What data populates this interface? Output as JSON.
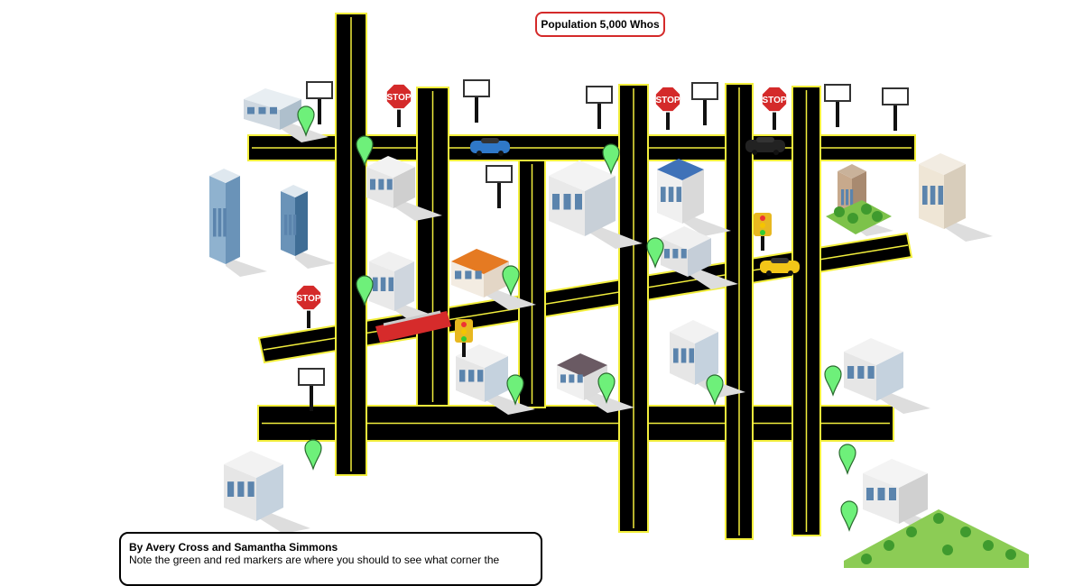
{
  "title_badge": "Population 5,000 Whos",
  "credits": {
    "authors": "By Avery Cross and Samantha Simmons",
    "note": "Note the green and red markers are where you should to see what corner the"
  },
  "signs": {
    "stop": "STOP"
  },
  "colors": {
    "road": "#000000",
    "road_edge": "#f2ee3c",
    "marker": "#6ef07a",
    "stop": "#d42a2a",
    "badge_border": "#d42a2a"
  }
}
